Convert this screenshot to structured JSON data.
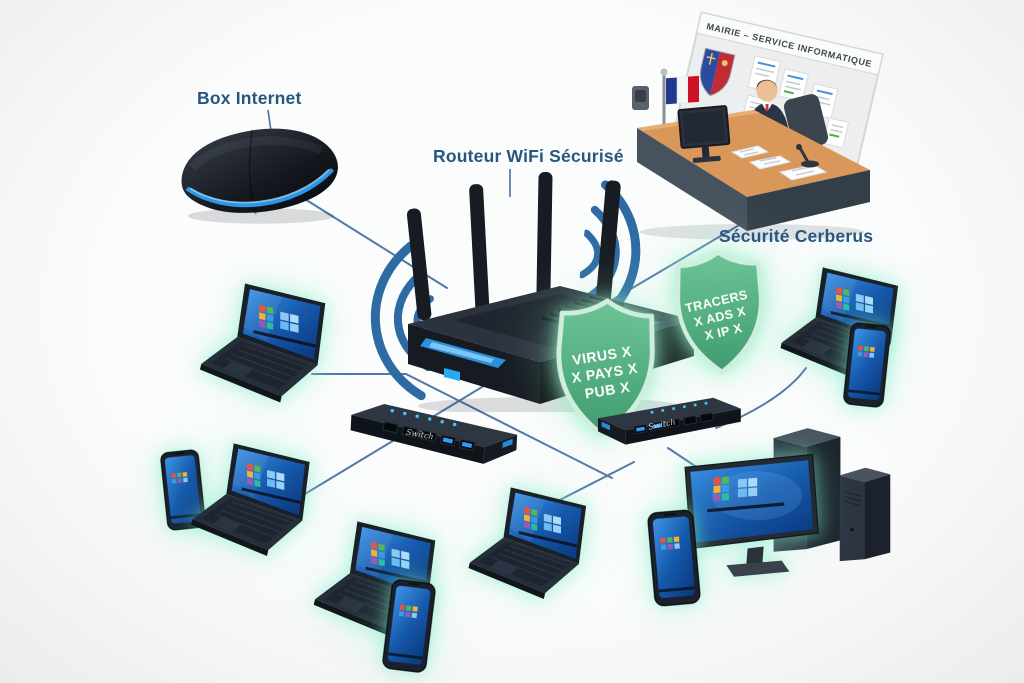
{
  "labels": {
    "box_internet": "Box Internet",
    "router": "Routeur WiFi Sécurisé",
    "security": "Sécurité Cerberus"
  },
  "shields": {
    "left": {
      "line1": "VIRUS X",
      "line2": "X PAYS X",
      "line3": "PUB X"
    },
    "right": {
      "line1": "TRACERS",
      "line2": "X ADS X",
      "line3": "X IP X"
    }
  },
  "office": {
    "board_title": "MAIRIE – SERVICE INFORMATIQUE"
  },
  "devices": {
    "switch_small_logo": "Switch",
    "switch_large_logo": "Switch"
  },
  "colors": {
    "label_blue": "#27567f",
    "line_blue": "#42699d",
    "shield_green": "#57b286",
    "shield_border": "#cfeede",
    "device_glow": "#7eecc6",
    "led_blue": "#2f9df1",
    "desk_wood": "#d9985a",
    "flag_blue": "#20388f",
    "flag_red": "#cf1126"
  },
  "diagram": {
    "nodes": [
      {
        "id": "box-internet",
        "label": "Box Internet",
        "type": "modem"
      },
      {
        "id": "routeur-wifi",
        "label": "Routeur WiFi Sécurisé",
        "type": "router"
      },
      {
        "id": "securite-cerberus",
        "label": "Sécurité Cerberus",
        "type": "firewall-shields"
      },
      {
        "id": "bureau-mairie",
        "label": "MAIRIE – SERVICE INFORMATIQUE",
        "type": "office-desk"
      },
      {
        "id": "switch-1",
        "type": "switch"
      },
      {
        "id": "switch-2",
        "type": "switch"
      },
      {
        "id": "laptop-gauche",
        "type": "laptop"
      },
      {
        "id": "laptop-bas-gauche",
        "type": "laptop"
      },
      {
        "id": "laptop-bas-centre",
        "type": "laptop"
      },
      {
        "id": "laptop-centre-bas",
        "type": "laptop"
      },
      {
        "id": "laptop-droite",
        "type": "laptop"
      },
      {
        "id": "smartphone-bas-gauche",
        "type": "phone"
      },
      {
        "id": "smartphone-bas-centre",
        "type": "phone"
      },
      {
        "id": "smartphone-droite",
        "type": "phone"
      },
      {
        "id": "smartphone-bas-droite",
        "type": "phone"
      },
      {
        "id": "ecran-pc-fixe",
        "type": "monitor"
      },
      {
        "id": "tour-pc-1",
        "type": "desktop-tower"
      },
      {
        "id": "tour-pc-2",
        "type": "desktop-tower"
      }
    ],
    "edges": [
      {
        "from": "box-internet",
        "to": "routeur-wifi"
      },
      {
        "from": "bureau-mairie",
        "to": "routeur-wifi"
      },
      {
        "from": "laptop-gauche",
        "to": "switch-2"
      },
      {
        "from": "routeur-wifi",
        "to": "laptop-bas-gauche"
      },
      {
        "from": "switch-2",
        "to": "ecran-pc-fixe"
      },
      {
        "from": "switch-2",
        "to": "laptop-droite"
      },
      {
        "from": "switch-2",
        "to": "laptop-bas-centre"
      }
    ]
  }
}
